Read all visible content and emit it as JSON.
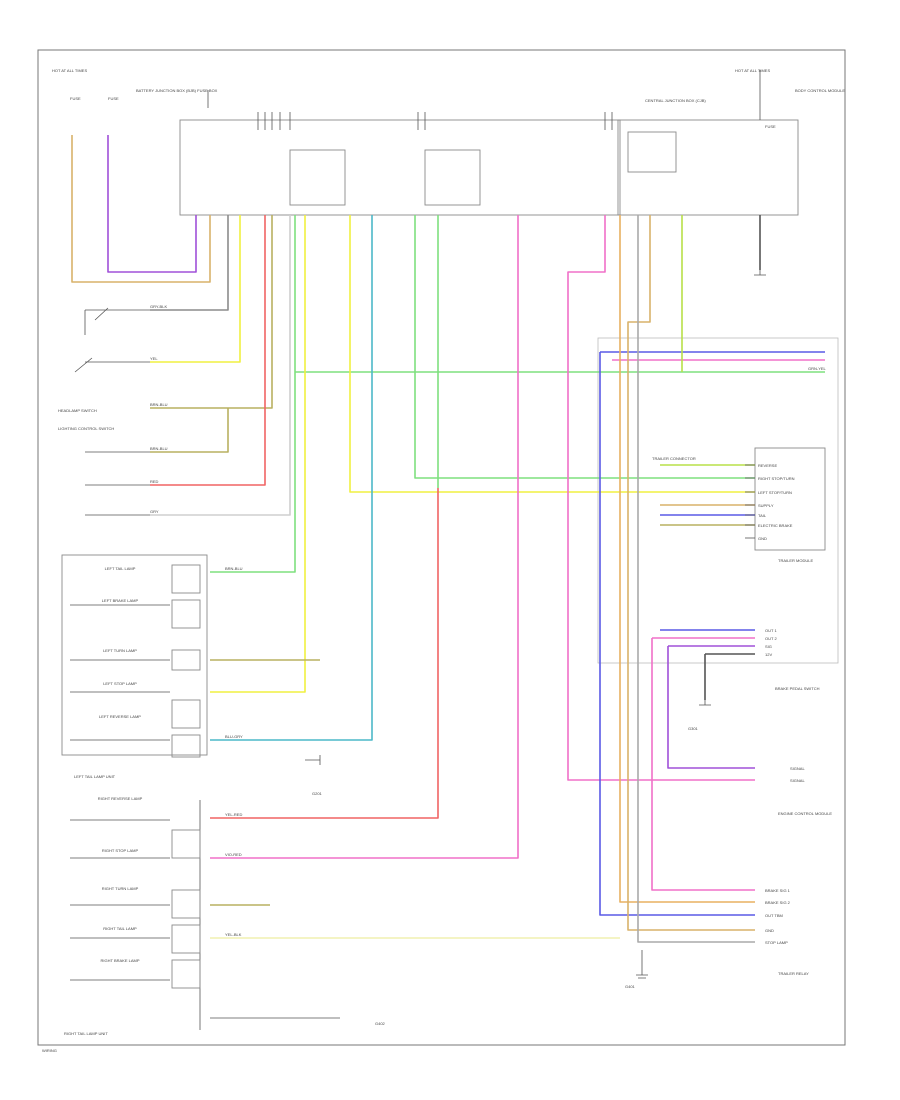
{
  "labels": {
    "left_fuse_1": "HOT AT ALL TIMES",
    "left_fuse_2": "FUSE",
    "left_fuse_3": "FUSE",
    "junction_box": "BATTERY JUNCTION BOX (BJB) FUSE BOX",
    "right_fuse": "HOT AT ALL TIMES",
    "right_fuse_2": "FUSE",
    "central_module": "CENTRAL JUNCTION BOX (CJB)",
    "body_control": "BODY CONTROL MODULE",
    "lighting_switch": "LIGHTING CONTROL SWITCH",
    "headlamp_switch": "HEADLAMP SWITCH",
    "left_tail_assy": "LEFT TAIL LAMP UNIT",
    "right_tail_assy": "RIGHT TAIL LAMP UNIT",
    "trailer_module": "TRAILER MODULE",
    "trailer_connector": "TRAILER CONNECTOR",
    "brake_switch": "BRAKE PEDAL SWITCH",
    "engine_control": "ENGINE CONTROL MODULE",
    "trailer_relay": "TRAILER RELAY",
    "ground_1": "G201",
    "ground_2": "G301",
    "ground_3": "G401",
    "ground_4": "G402",
    "footer": "WIRING"
  },
  "left_lamps": [
    "LEFT TAIL LAMP",
    "LEFT BRAKE LAMP",
    "LEFT TURN LAMP",
    "LEFT STOP LAMP",
    "LEFT REVERSE LAMP"
  ],
  "right_lamps": [
    "RIGHT REVERSE LAMP",
    "RIGHT STOP LAMP",
    "RIGHT TURN LAMP",
    "RIGHT TAIL LAMP",
    "RIGHT BRAKE LAMP"
  ],
  "trailer_pins": [
    "REVERSE",
    "RIGHT STOP/TURN",
    "LEFT STOP/TURN",
    "SUPPLY",
    "TAIL",
    "ELECTRIC BRAKE",
    "GND"
  ],
  "brake_pins": [
    "OUT 1",
    "OUT 2",
    "SIG",
    "12V"
  ],
  "engine_pins": [
    "SIGNAL",
    "SIGNAL"
  ],
  "lower_right_pins": [
    "BRAKE SIG 1",
    "BRAKE SIG 2",
    "OUT TBM",
    "GND",
    "STOP LAMP"
  ],
  "wire_codes": [
    "GRY-BLK",
    "YEL",
    "BRN-BLU",
    "BRN-BLU",
    "RED",
    "GRY",
    "BLU-GRY",
    "VIO-RED",
    "BRN-BLU",
    "YEL-RED",
    "GRN-YEL",
    "YEL-BLK"
  ],
  "colors": {
    "tan": "#d9b26a",
    "violet": "#a050d8",
    "gray": "#8c8c8c",
    "yellow": "#f0f040",
    "green": "#7ee07e",
    "red": "#f06464",
    "pink": "#f070c8",
    "blue": "#5a5ae6",
    "cyan": "#4cb8c8",
    "lime": "#b8e048",
    "olive": "#b9b060"
  }
}
